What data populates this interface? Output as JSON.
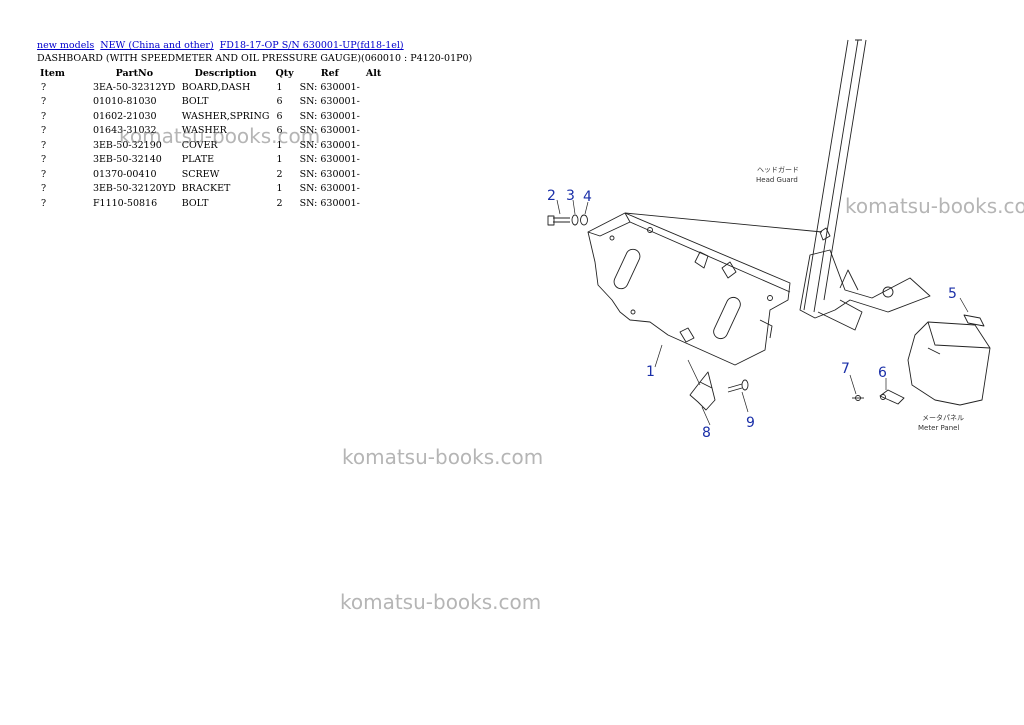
{
  "breadcrumb": {
    "link1": "new models",
    "link2": "NEW (China and other)",
    "link3": "FD18-17-OP S/N 630001-UP(fd18-1el)"
  },
  "page_title": "DASHBOARD (WITH SPEEDMETER AND OIL PRESSURE GAUGE)(060010 : P4120-01P0)",
  "table": {
    "headers": {
      "item": "Item",
      "partno": "PartNo",
      "description": "Description",
      "qty": "Qty",
      "ref": "Ref",
      "alt": "Alt"
    },
    "rows": [
      {
        "item": "?",
        "partno": "3EA-50-32312YD",
        "description": "BOARD,DASH",
        "qty": "1",
        "ref": "SN: 630001-",
        "alt": ""
      },
      {
        "item": "?",
        "partno": "01010-81030",
        "description": "BOLT",
        "qty": "6",
        "ref": "SN: 630001-",
        "alt": ""
      },
      {
        "item": "?",
        "partno": "01602-21030",
        "description": "WASHER,SPRING",
        "qty": "6",
        "ref": "SN: 630001-",
        "alt": ""
      },
      {
        "item": "?",
        "partno": "01643-31032",
        "description": "WASHER",
        "qty": "6",
        "ref": "SN: 630001-",
        "alt": ""
      },
      {
        "item": "?",
        "partno": "3EB-50-32190",
        "description": "COVER",
        "qty": "1",
        "ref": "SN: 630001-",
        "alt": ""
      },
      {
        "item": "?",
        "partno": "3EB-50-32140",
        "description": "PLATE",
        "qty": "1",
        "ref": "SN: 630001-",
        "alt": ""
      },
      {
        "item": "?",
        "partno": "01370-00410",
        "description": "SCREW",
        "qty": "2",
        "ref": "SN: 630001-",
        "alt": ""
      },
      {
        "item": "?",
        "partno": "3EB-50-32120YD",
        "description": "BRACKET",
        "qty": "1",
        "ref": "SN: 630001-",
        "alt": ""
      },
      {
        "item": "?",
        "partno": "F1110-50816",
        "description": "BOLT",
        "qty": "2",
        "ref": "SN: 630001-",
        "alt": ""
      }
    ]
  },
  "watermark": "komatsu-books.com",
  "diagram": {
    "callouts": [
      "1",
      "2",
      "3",
      "4",
      "5",
      "6",
      "7",
      "8",
      "9"
    ],
    "head_guard_jp": "ヘッドガード",
    "head_guard_en": "Head Guard",
    "meter_panel_jp": "メータパネル",
    "meter_panel_en": "Meter Panel"
  }
}
